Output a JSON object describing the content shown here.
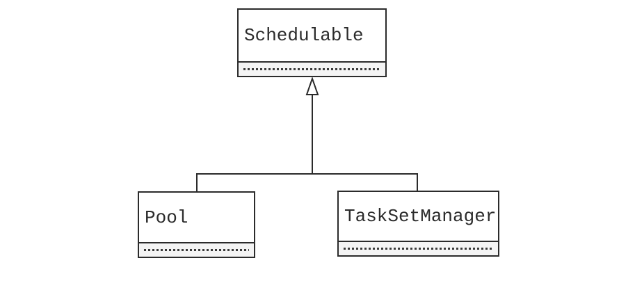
{
  "diagram": {
    "type": "uml-class-diagram",
    "classes": [
      {
        "name": "Schedulable",
        "role": "superclass",
        "members_shown": false
      },
      {
        "name": "Pool",
        "role": "subclass",
        "members_shown": false
      },
      {
        "name": "TaskSetManager",
        "role": "subclass",
        "members_shown": false
      }
    ],
    "relationships": [
      {
        "type": "generalization",
        "from": "Pool",
        "to": "Schedulable",
        "arrowhead": "hollow-triangle"
      },
      {
        "type": "generalization",
        "from": "TaskSetManager",
        "to": "Schedulable",
        "arrowhead": "hollow-triangle"
      }
    ],
    "colors": {
      "background": "#ffffff",
      "border": "#2b2b2b",
      "line": "#2b2b2b",
      "members_compartment_fill": "#f4f4f4",
      "text": "#2b2b2b"
    }
  }
}
